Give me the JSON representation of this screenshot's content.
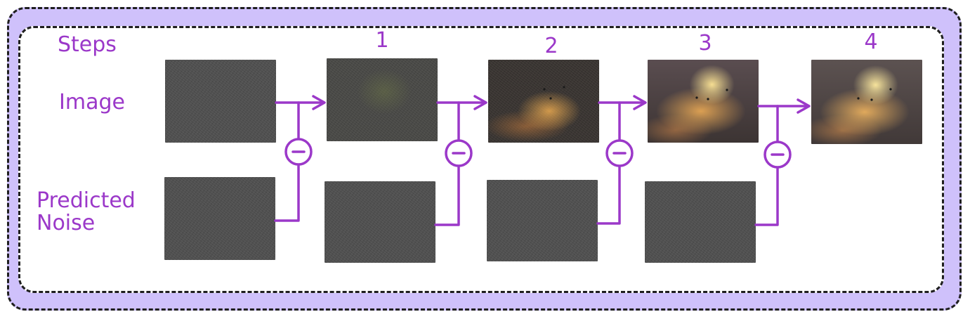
{
  "labels": {
    "steps": "Steps",
    "image": "Image",
    "predicted_noise": "Predicted\nNoise"
  },
  "step_numbers": [
    "1",
    "2",
    "3",
    "4"
  ],
  "colors": {
    "accent": "#9b38c9",
    "frame_fill": "#cfc1fb",
    "border": "#1f1f1f"
  },
  "operator_symbol": "−"
}
